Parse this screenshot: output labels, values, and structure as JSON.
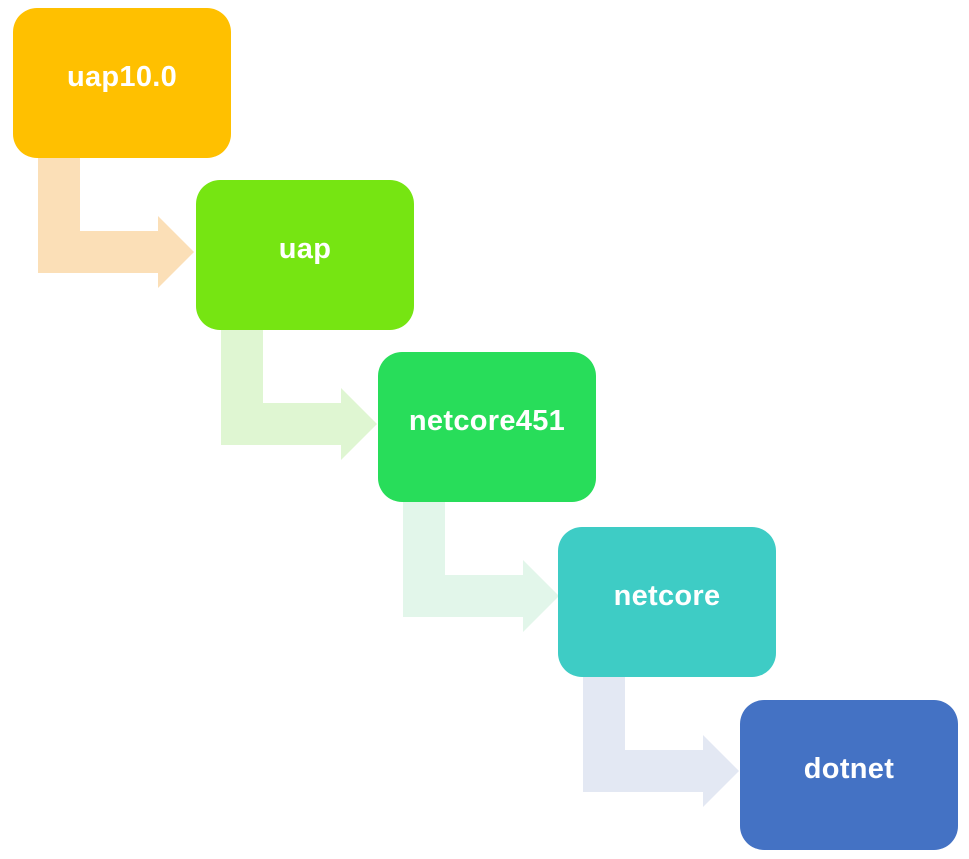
{
  "diagram": {
    "type": "staircase-flow",
    "background": "#FFFFFF",
    "nodes": [
      {
        "label": "uap10.0",
        "color": "#FFC000",
        "text_color": "#FFFFFF"
      },
      {
        "label": "uap",
        "color": "#76E512",
        "text_color": "#FFFFFF"
      },
      {
        "label": "netcore451",
        "color": "#28DD5A",
        "text_color": "#FFFFFF"
      },
      {
        "label": "netcore",
        "color": "#3ECCC5",
        "text_color": "#FFFFFF"
      },
      {
        "label": "dotnet",
        "color": "#4472C4",
        "text_color": "#FFFFFF"
      }
    ],
    "arrows": [
      {
        "from": "uap10.0",
        "to": "uap",
        "color": "#FBDFB7"
      },
      {
        "from": "uap",
        "to": "netcore451",
        "color": "#DFF6D2"
      },
      {
        "from": "netcore451",
        "to": "netcore",
        "color": "#E2F6EA"
      },
      {
        "from": "netcore",
        "to": "dotnet",
        "color": "#E3E8F3"
      }
    ]
  }
}
